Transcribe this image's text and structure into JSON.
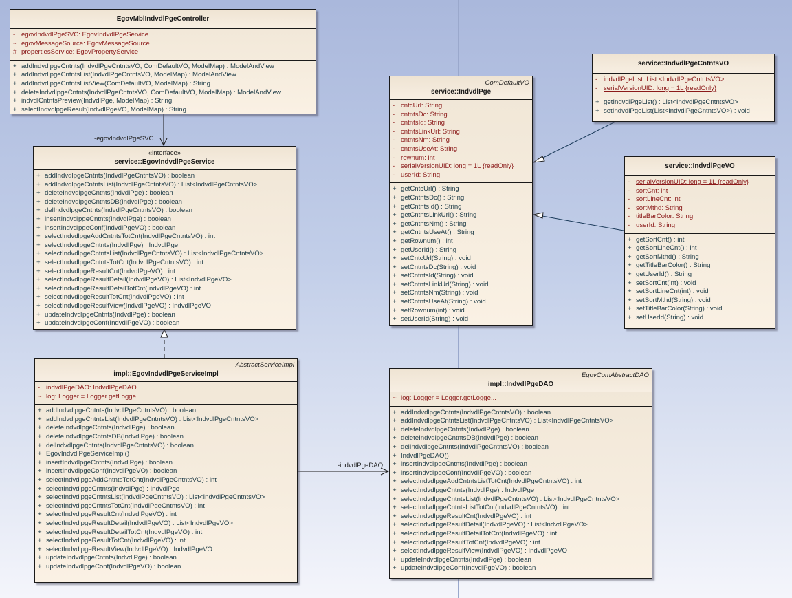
{
  "diagram": {
    "classes": {
      "controller": {
        "name": "EgovMblIndvdlPgeController",
        "attributes": [
          {
            "vis": "-",
            "text": "egovIndvdlPgeSVC:  EgovIndvdlPgeService"
          },
          {
            "vis": "~",
            "text": "egovMessageSource:  EgovMessageSource"
          },
          {
            "vis": "#",
            "text": "propertiesService:  EgovPropertyService"
          }
        ],
        "operations": [
          {
            "vis": "+",
            "text": "addIndvdlpgeCntnts(IndvdlPgeCntntsVO, ComDefaultVO, ModelMap) : ModelAndView"
          },
          {
            "vis": "+",
            "text": "addIndvdlpgeCntntsList(IndvdlPgeCntntsVO, ModelMap) : ModelAndView"
          },
          {
            "vis": "+",
            "text": "addIndvdlpgeCntntsListView(ComDefaultVO, ModelMap) : String"
          },
          {
            "vis": "+",
            "text": "deleteIndvdlpgeCntnts(IndvdlPgeCntntsVO, ComDefaultVO, ModelMap) : ModelAndView"
          },
          {
            "vis": "+",
            "text": "indvdlCntntsPreview(IndvdlPge, ModelMap) : String"
          },
          {
            "vis": "+",
            "text": "selectIndvdlpgeResult(IndvdlPgeVO, ModelMap) : String"
          }
        ]
      },
      "service": {
        "stereotype": "«interface»",
        "name": "service::EgovIndvdlPgeService",
        "operations": [
          {
            "vis": "+",
            "text": "addIndvdlpgeCntnts(IndvdlPgeCntntsVO) : boolean"
          },
          {
            "vis": "+",
            "text": "addIndvdlpgeCntntsList(IndvdlPgeCntntsVO) : List<IndvdlPgeCntntsVO>"
          },
          {
            "vis": "+",
            "text": "deleteIndvdlpgeCntnts(IndvdlPge) : boolean"
          },
          {
            "vis": "+",
            "text": "deleteIndvdlpgeCntntsDB(IndvdlPge) : boolean"
          },
          {
            "vis": "+",
            "text": "delIndvdlpgeCntnts(IndvdlPgeCntntsVO) : boolean"
          },
          {
            "vis": "+",
            "text": "insertIndvdlpgeCntnts(IndvdlPge) : boolean"
          },
          {
            "vis": "+",
            "text": "insertIndvdlpgeConf(IndvdlPgeVO) : boolean"
          },
          {
            "vis": "+",
            "text": "selectIndvdlpgeAddCntntsTotCnt(IndvdlPgeCntntsVO) : int"
          },
          {
            "vis": "+",
            "text": "selectIndvdlpgeCntnts(IndvdlPge) : IndvdlPge"
          },
          {
            "vis": "+",
            "text": "selectIndvdlpgeCntntsList(IndvdlPgeCntntsVO) : List<IndvdlPgeCntntsVO>"
          },
          {
            "vis": "+",
            "text": "selectIndvdlpgeCntntsTotCnt(IndvdlPgeCntntsVO) : int"
          },
          {
            "vis": "+",
            "text": "selectIndvdlpgeResultCnt(IndvdlPgeVO) : int"
          },
          {
            "vis": "+",
            "text": "selectIndvdlpgeResultDetail(IndvdlPgeVO) : List<IndvdlPgeVO>"
          },
          {
            "vis": "+",
            "text": "selectIndvdlpgeResultDetailTotCnt(IndvdlPgeVO) : int"
          },
          {
            "vis": "+",
            "text": "selectIndvdlpgeResultTotCnt(IndvdlPgeVO) : int"
          },
          {
            "vis": "+",
            "text": "selectIndvdlpgeResultView(IndvdlPgeVO) : IndvdlPgeVO"
          },
          {
            "vis": "+",
            "text": "updateIndvdlpgeCntnts(IndvdlPge) : boolean"
          },
          {
            "vis": "+",
            "text": "updateIndvdlpgeConf(IndvdlPgeVO) : boolean"
          }
        ]
      },
      "service_impl": {
        "parent": "AbstractServiceImpl",
        "name": "impl::EgovIndvdlPgeServiceImpl",
        "attributes": [
          {
            "vis": "-",
            "text": "indvdlPgeDAO:  IndvdlPgeDAO"
          },
          {
            "vis": "~",
            "text": "log:  Logger = Logger.getLogge..."
          }
        ],
        "operations": [
          {
            "vis": "+",
            "text": "addIndvdlpgeCntnts(IndvdlPgeCntntsVO) : boolean"
          },
          {
            "vis": "+",
            "text": "addIndvdlpgeCntntsList(IndvdlPgeCntntsVO) : List<IndvdlPgeCntntsVO>"
          },
          {
            "vis": "+",
            "text": "deleteIndvdlpgeCntnts(IndvdlPge) : boolean"
          },
          {
            "vis": "+",
            "text": "deleteIndvdlpgeCntntsDB(IndvdlPge) : boolean"
          },
          {
            "vis": "+",
            "text": "delIndvdlpgeCntnts(IndvdlPgeCntntsVO) : boolean"
          },
          {
            "vis": "+",
            "text": "EgovIndvdlPgeServiceImpl()"
          },
          {
            "vis": "+",
            "text": "insertIndvdlpgeCntnts(IndvdlPge) : boolean"
          },
          {
            "vis": "+",
            "text": "insertIndvdlpgeConf(IndvdlPgeVO) : boolean"
          },
          {
            "vis": "+",
            "text": "selectIndvdlpgeAddCntntsTotCnt(IndvdlPgeCntntsVO) : int"
          },
          {
            "vis": "+",
            "text": "selectIndvdlpgeCntnts(IndvdlPge) : IndvdlPge"
          },
          {
            "vis": "+",
            "text": "selectIndvdlpgeCntntsList(IndvdlPgeCntntsVO) : List<IndvdlPgeCntntsVO>"
          },
          {
            "vis": "+",
            "text": "selectIndvdlpgeCntntsTotCnt(IndvdlPgeCntntsVO) : int"
          },
          {
            "vis": "+",
            "text": "selectIndvdlpgeResultCnt(IndvdlPgeVO) : int"
          },
          {
            "vis": "+",
            "text": "selectIndvdlpgeResultDetail(IndvdlPgeVO) : List<IndvdlPgeVO>"
          },
          {
            "vis": "+",
            "text": "selectIndvdlpgeResultDetailTotCnt(IndvdlPgeVO) : int"
          },
          {
            "vis": "+",
            "text": "selectIndvdlpgeResultTotCnt(IndvdlPgeVO) : int"
          },
          {
            "vis": "+",
            "text": "selectIndvdlpgeResultView(IndvdlPgeVO) : IndvdlPgeVO"
          },
          {
            "vis": "+",
            "text": "updateIndvdlpgeCntnts(IndvdlPge) : boolean"
          },
          {
            "vis": "+",
            "text": "updateIndvdlpgeConf(IndvdlPgeVO) : boolean"
          }
        ]
      },
      "indvdl_pge": {
        "parent": "ComDefaultVO",
        "name": "service::IndvdlPge",
        "attributes": [
          {
            "vis": "-",
            "text": "cntcUrl:  String"
          },
          {
            "vis": "-",
            "text": "cntntsDc:  String"
          },
          {
            "vis": "-",
            "text": "cntntsId:  String"
          },
          {
            "vis": "-",
            "text": "cntntsLinkUrl:  String"
          },
          {
            "vis": "-",
            "text": "cntntsNm:  String"
          },
          {
            "vis": "-",
            "text": "cntntsUseAt:  String"
          },
          {
            "vis": "-",
            "text": "rownum:  int"
          },
          {
            "vis": "-",
            "text": "serialVersionUID:  long = 1L {readOnly}",
            "static": true
          },
          {
            "vis": "-",
            "text": "userId:  String"
          }
        ],
        "operations": [
          {
            "vis": "+",
            "text": "getCntcUrl() : String"
          },
          {
            "vis": "+",
            "text": "getCntntsDc() : String"
          },
          {
            "vis": "+",
            "text": "getCntntsId() : String"
          },
          {
            "vis": "+",
            "text": "getCntntsLinkUrl() : String"
          },
          {
            "vis": "+",
            "text": "getCntntsNm() : String"
          },
          {
            "vis": "+",
            "text": "getCntntsUseAt() : String"
          },
          {
            "vis": "+",
            "text": "getRownum() : int"
          },
          {
            "vis": "+",
            "text": "getUserId() : String"
          },
          {
            "vis": "+",
            "text": "setCntcUrl(String) : void"
          },
          {
            "vis": "+",
            "text": "setCntntsDc(String) : void"
          },
          {
            "vis": "+",
            "text": "setCntntsId(String) : void"
          },
          {
            "vis": "+",
            "text": "setCntntsLinkUrl(String) : void"
          },
          {
            "vis": "+",
            "text": "setCntntsNm(String) : void"
          },
          {
            "vis": "+",
            "text": "setCntntsUseAt(String) : void"
          },
          {
            "vis": "+",
            "text": "setRownum(int) : void"
          },
          {
            "vis": "+",
            "text": "setUserId(String) : void"
          }
        ]
      },
      "cntnts_vo": {
        "name": "service::IndvdlPgeCntntsVO",
        "attributes": [
          {
            "vis": "-",
            "text": "indvdlPgeList:  List <IndvdlPgeCntntsVO>"
          },
          {
            "vis": "-",
            "text": "serialVersionUID:  long = 1L {readOnly}",
            "static": true
          }
        ],
        "operations": [
          {
            "vis": "+",
            "text": "getIndvdlPgeList() : List<IndvdlPgeCntntsVO>"
          },
          {
            "vis": "+",
            "text": "setIndvdlPgeList(List<IndvdlPgeCntntsVO>) : void"
          }
        ]
      },
      "pge_vo": {
        "name": "service::IndvdlPgeVO",
        "attributes": [
          {
            "vis": "-",
            "text": "serialVersionUID:  long = 1L {readOnly}",
            "static": true
          },
          {
            "vis": "-",
            "text": "sortCnt:  int"
          },
          {
            "vis": "-",
            "text": "sortLineCnt:  int"
          },
          {
            "vis": "-",
            "text": "sortMthd:  String"
          },
          {
            "vis": "-",
            "text": "titleBarColor:  String"
          },
          {
            "vis": "-",
            "text": "userId:  String"
          }
        ],
        "operations": [
          {
            "vis": "+",
            "text": "getSortCnt() : int"
          },
          {
            "vis": "+",
            "text": "getSortLineCnt() : int"
          },
          {
            "vis": "+",
            "text": "getSortMthd() : String"
          },
          {
            "vis": "+",
            "text": "getTitleBarColor() : String"
          },
          {
            "vis": "+",
            "text": "getUserId() : String"
          },
          {
            "vis": "+",
            "text": "setSortCnt(int) : void"
          },
          {
            "vis": "+",
            "text": "setSortLineCnt(int) : void"
          },
          {
            "vis": "+",
            "text": "setSortMthd(String) : void"
          },
          {
            "vis": "+",
            "text": "setTitleBarColor(String) : void"
          },
          {
            "vis": "+",
            "text": "setUserId(String) : void"
          }
        ]
      },
      "dao": {
        "parent": "EgovComAbstractDAO",
        "name": "impl::IndvdlPgeDAO",
        "attributes": [
          {
            "vis": "~",
            "text": "log:  Logger = Logger.getLogge..."
          }
        ],
        "operations": [
          {
            "vis": "+",
            "text": "addIndvdlpgeCntnts(IndvdlPgeCntntsVO) : boolean"
          },
          {
            "vis": "+",
            "text": "addIndvdlpgeCntntsList(IndvdlPgeCntntsVO) : List<IndvdlPgeCntntsVO>"
          },
          {
            "vis": "+",
            "text": "deleteIndvdlpgeCntnts(IndvdlPge) : boolean"
          },
          {
            "vis": "+",
            "text": "deleteIndvdlpgeCntntsDB(IndvdlPge) : boolean"
          },
          {
            "vis": "+",
            "text": "delIndvdlpgeCntnts(IndvdlPgeCntntsVO) : boolean"
          },
          {
            "vis": "+",
            "text": "IndvdlPgeDAO()"
          },
          {
            "vis": "+",
            "text": "insertIndvdlpgeCntnts(IndvdlPge) : boolean"
          },
          {
            "vis": "+",
            "text": "insertIndvdlpgeConf(IndvdlPgeVO) : boolean"
          },
          {
            "vis": "+",
            "text": "selectIndvdlpgeAddCntntsListTotCnt(IndvdlPgeCntntsVO) : int"
          },
          {
            "vis": "+",
            "text": "selectIndvdlpgeCntnts(IndvdlPge) : IndvdlPge"
          },
          {
            "vis": "+",
            "text": "selectIndvdlpgeCntntsList(IndvdlPgeCntntsVO) : List<IndvdlPgeCntntsVO>"
          },
          {
            "vis": "+",
            "text": "selectIndvdlpgeCntntsListTotCnt(IndvdlPgeCntntsVO) : int"
          },
          {
            "vis": "+",
            "text": "selectIndvdlpgeResultCnt(IndvdlPgeVO) : int"
          },
          {
            "vis": "+",
            "text": "selectIndvdlpgeResultDetail(IndvdlPgeVO) : List<IndvdlPgeVO>"
          },
          {
            "vis": "+",
            "text": "selectIndvdlpgeResultDetailTotCnt(IndvdlPgeVO) : int"
          },
          {
            "vis": "+",
            "text": "selectIndvdlpgeResultTotCnt(IndvdlPgeVO) : int"
          },
          {
            "vis": "+",
            "text": "selectIndvdlpgeResultView(IndvdlPgeVO) : IndvdlPgeVO"
          },
          {
            "vis": "+",
            "text": "updateIndvdlpgeCntnts(IndvdlPge) : boolean"
          },
          {
            "vis": "+",
            "text": "updateIndvdlpgeConf(IndvdlPgeVO) : boolean"
          }
        ]
      }
    },
    "connectors": {
      "controller_to_service": {
        "type": "association",
        "label": "-egovIndvdlPgeSVC"
      },
      "impl_to_service": {
        "type": "realization"
      },
      "impl_to_dao": {
        "type": "association",
        "label": "-indvdlPgeDAO"
      },
      "cntnts_vo_to_indvdl_pge": {
        "type": "generalization"
      },
      "pge_vo_to_indvdl_pge": {
        "type": "generalization"
      }
    }
  }
}
